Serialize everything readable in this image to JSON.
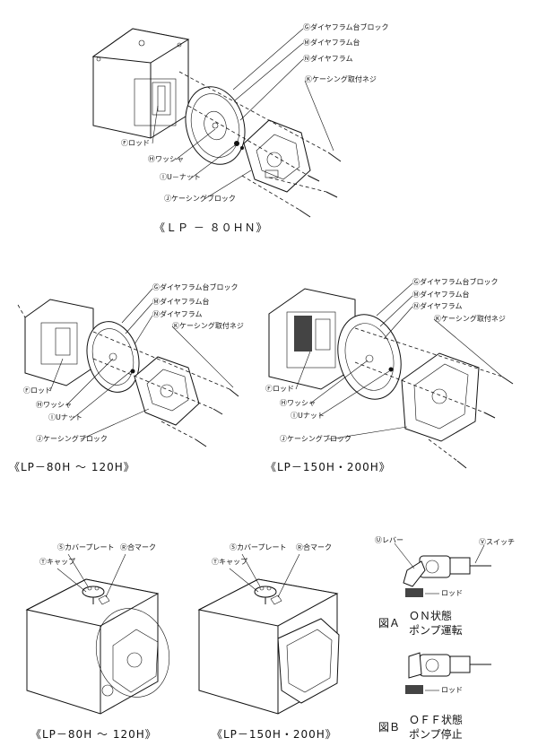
{
  "top": {
    "labels": {
      "g": "Ⓖダイヤフラム台ブロック",
      "m": "Ⓜダイヤフラム台",
      "n": "Ⓝダイヤフラム",
      "k": "Ⓚケーシング取付ネジ",
      "f": "Ⓕロッド",
      "h": "Ⓗワッシャ",
      "i": "ⒾU－ナット",
      "j": "Ⓙケーシングブロック"
    },
    "caption": "《ＬＰ － ８０ＨＮ》"
  },
  "mid_left": {
    "labels": {
      "g": "Ⓖダイヤフラム台ブロック",
      "m": "Ⓜダイヤフラム台",
      "n": "Ⓝダイヤフラム",
      "k": "Ⓚケーシング取付ネジ",
      "f": "Ⓕロッド",
      "h": "Ⓗワッシャ",
      "i": "ⒾUナット",
      "j": "Ⓙケーシングブロック"
    },
    "caption": "《LP－80H ～ 120H》"
  },
  "mid_right": {
    "labels": {
      "g": "Ⓖダイヤフラム台ブロック",
      "m": "Ⓜダイヤフラム台",
      "n": "Ⓝダイヤフラム",
      "k": "Ⓚケーシング取付ネジ",
      "f": "Ⓕロッド",
      "h": "Ⓗワッシャ",
      "i": "ⒾUナット",
      "j": "Ⓙケーシングブロック"
    },
    "caption": "《LP－150H・200H》"
  },
  "bottom_left": {
    "labels": {
      "s": "Ⓢカバープレート",
      "t": "Ⓣキャップ",
      "r": "Ⓡ合マーク"
    },
    "caption": "《LP－80H ～ 120H》"
  },
  "bottom_mid": {
    "labels": {
      "s": "Ⓢカバープレート",
      "t": "Ⓣキャップ",
      "r": "Ⓡ合マーク"
    },
    "caption": "《LP－150H・200H》"
  },
  "bottom_right": {
    "labels": {
      "u": "Ⓤレバー",
      "v": "Ⓥスイッチ",
      "rod_a": "ロッド",
      "rod_b": "ロッド"
    },
    "fig_a": {
      "id": "図Ａ",
      "line1": "ＯＮ状態",
      "line2": "ポンプ運転"
    },
    "fig_b": {
      "id": "図Ｂ",
      "line1": "ＯＦＦ状態",
      "line2": "ポンプ停止"
    }
  }
}
